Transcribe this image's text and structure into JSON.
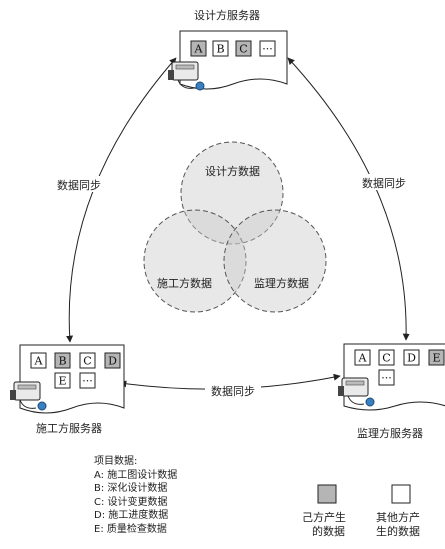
{
  "servers": {
    "design": {
      "title": "设计方服务器",
      "cells": [
        "A",
        "B",
        "C",
        "···"
      ],
      "own": [
        true,
        false,
        true,
        false
      ]
    },
    "construction": {
      "title": "施工方服务器",
      "cells": [
        "A",
        "B",
        "C",
        "D",
        "E",
        "···"
      ],
      "own": [
        false,
        true,
        false,
        true,
        false,
        false
      ]
    },
    "supervision": {
      "title": "监理方服务器",
      "cells": [
        "A",
        "C",
        "D",
        "E",
        "···"
      ],
      "own": [
        false,
        false,
        false,
        true,
        false
      ]
    }
  },
  "sync_labels": {
    "left": "数据同步",
    "right": "数据同步",
    "bottom": "数据同步"
  },
  "venn": {
    "top": "设计方数据",
    "left": "施工方数据",
    "right": "监理方数据"
  },
  "legend_items": {
    "title": "项目数据:",
    "items": [
      "A: 施工图设计数据",
      "B: 深化设计数据",
      "C: 设计变更数据",
      "D: 施工进度数据",
      "E: 质量检查数据"
    ]
  },
  "legend_boxes": {
    "own": {
      "line1": "己方产生",
      "line2": "的数据",
      "color": "#b5b5b5"
    },
    "other": {
      "line1": "其他方产",
      "line2": "生的数据",
      "color": "#ffffff"
    }
  }
}
